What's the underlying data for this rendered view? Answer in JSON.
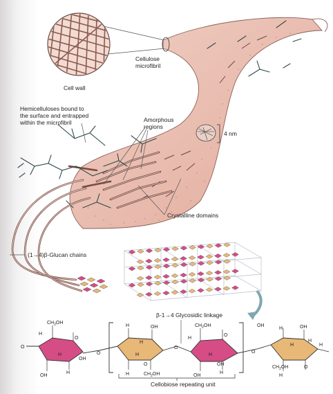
{
  "labels": {
    "cell_wall": "Cell wall",
    "microfibril_1": "Cellulose",
    "microfibril_2": "microfibril",
    "hemi_1": "Hemicelluloses bound to",
    "hemi_2": "the surface and entrapped",
    "hemi_3": "within the microfibril",
    "amorphous_1": "Amorphous",
    "amorphous_2": "regions",
    "size": "4 nm",
    "crystalline": "Crystalline domains",
    "glucan": "(1→4)β-Glucan chains",
    "linkage": "β-1→4 Glycosidic linkage",
    "repeat": "Cellobiose repeating unit"
  },
  "chem": {
    "h": "H",
    "o": "O",
    "oh": "OH",
    "ch2oh": "CH",
    "ch2oh_sub": "2",
    "ch2oh_tail": "OH"
  },
  "colors": {
    "fibril": "#e7b9ab",
    "fibril_dark": "#c98e80",
    "pink_ring": "#d64d86",
    "tan_ring": "#e8b877",
    "hemicellulose": "#2f4a4a",
    "lattice": "#b8bcc8",
    "arrow": "#7fa7b0"
  }
}
